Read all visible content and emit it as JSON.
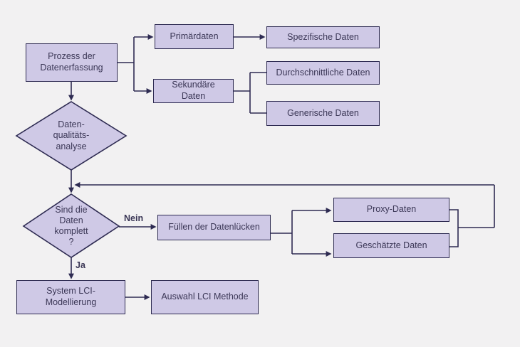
{
  "colors": {
    "background": "#f2f1f2",
    "node_fill": "#cfc9e6",
    "node_border": "#2e2b52",
    "line": "#2e2b52",
    "text": "#3b3756"
  },
  "nodes": {
    "prozess": "Prozess der\nDatenerfassung",
    "primaerdaten": "Primärdaten",
    "sekundaere_daten": "Sekundäre\nDaten",
    "spezifische_daten": "Spezifische Daten",
    "durchschnittliche_daten": "Durchschnittliche Daten",
    "generische_daten": "Generische Daten",
    "daten_qualitaets_analyse": "Daten-\nqualitäts-\nanalyse",
    "sind_die_daten_komplett": "Sind die\nDaten\nkomplett\n?",
    "fuellen_der_datenluecken": "Füllen der Datenlücken",
    "proxy_daten": "Proxy-Daten",
    "geschaetzte_daten": "Geschätzte Daten",
    "system_lci_modellierung": "System LCI-\nModellierung",
    "auswahl_lci_methode": "Auswahl LCI Methode"
  },
  "labels": {
    "ja": "Ja",
    "nein": "Nein"
  }
}
